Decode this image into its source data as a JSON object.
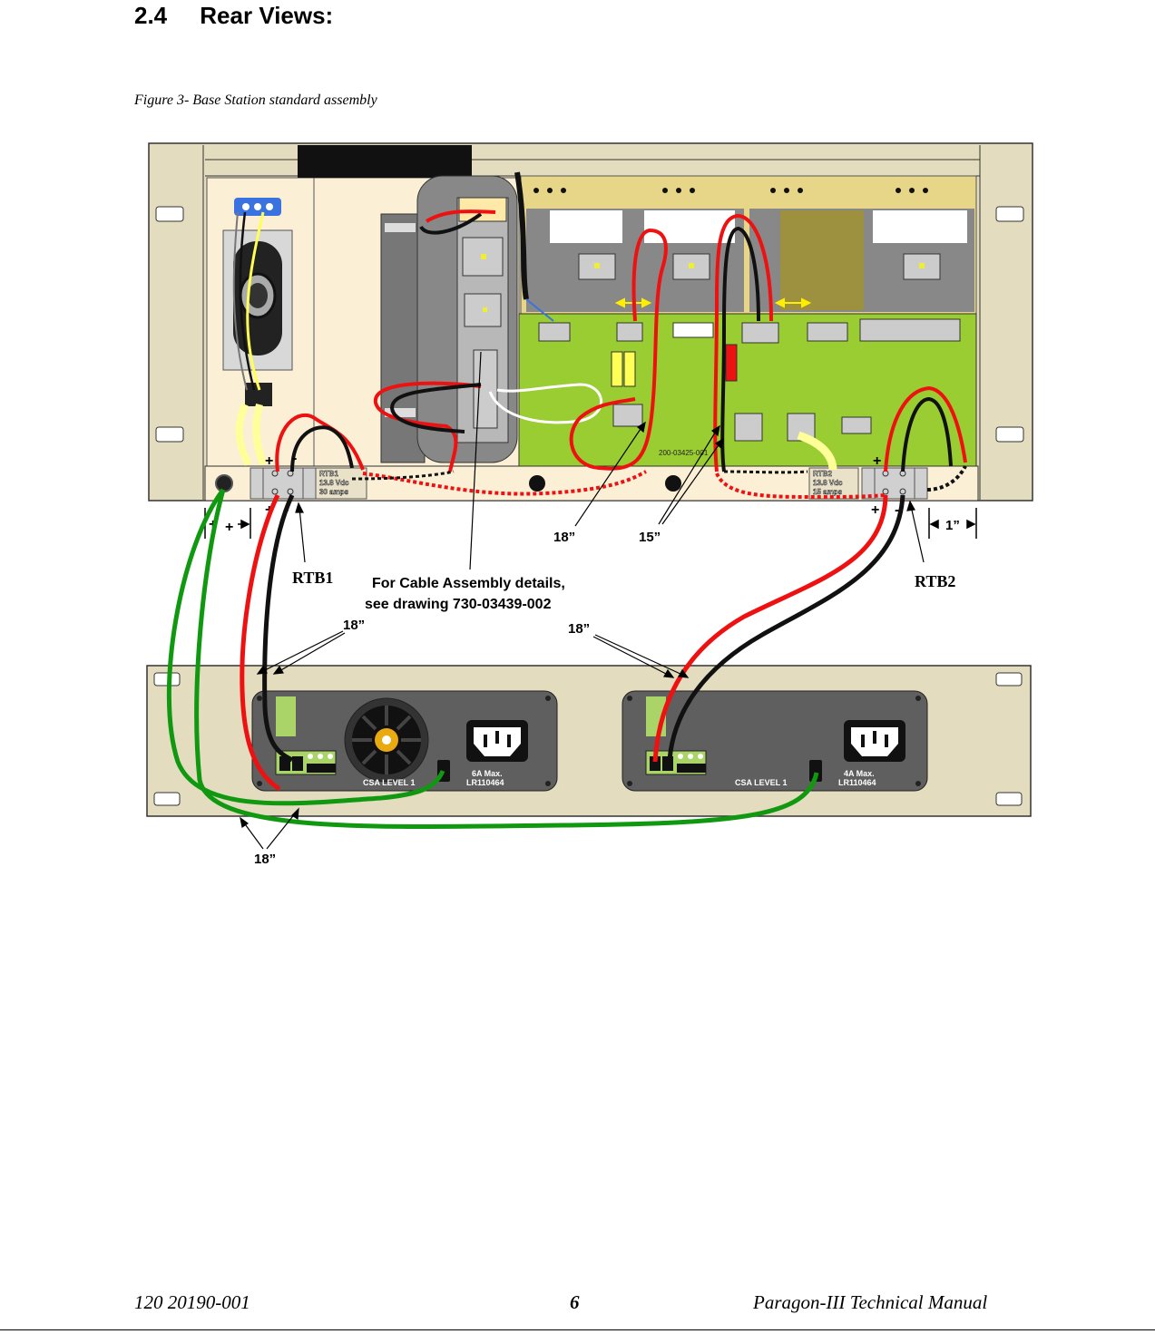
{
  "header": {
    "section_number": "2.4",
    "section_title": "Rear Views:"
  },
  "figure": {
    "caption": "Figure 3- Base Station standard assembly"
  },
  "diagram": {
    "terminal_block_1": {
      "name": "RTB1",
      "line1": "RTB1",
      "line2": "13.8 Vdc",
      "line3": "30 amps"
    },
    "terminal_block_2": {
      "name": "RTB2",
      "line1": "RTB2",
      "line2": "13.8 Vdc",
      "line3": "15 amps"
    },
    "pcb_part_number": "200-03425-001",
    "polarity": {
      "plus": "+",
      "minus": "-"
    },
    "cable_note": {
      "line1": "For Cable Assembly details,",
      "line2": "see drawing 730-03439-002"
    },
    "dimensions": {
      "len_18_a": "18”",
      "len_15": "15”",
      "len_1": "1”",
      "len_18_b": "18”",
      "len_18_c": "18”",
      "len_18_d": "18”"
    },
    "power_supply_1": {
      "rating": "6A Max.",
      "cert": "LR110464",
      "level": "CSA LEVEL 1"
    },
    "power_supply_2": {
      "rating": "4A Max.",
      "cert": "LR110464",
      "level": "CSA LEVEL 1"
    },
    "colors": {
      "panel": "#e4dcbe",
      "shelf": "#fbefd6",
      "pcb": "#9acd32",
      "heatsink": "#e7d687",
      "wire_red": "#ee1111",
      "wire_black": "#111111",
      "wire_green": "#109910",
      "wire_yellow": "#ffff55"
    }
  },
  "footer": {
    "doc_number": "120 20190-001",
    "page_number": "6",
    "manual_title": "Paragon-III Technical Manual"
  }
}
